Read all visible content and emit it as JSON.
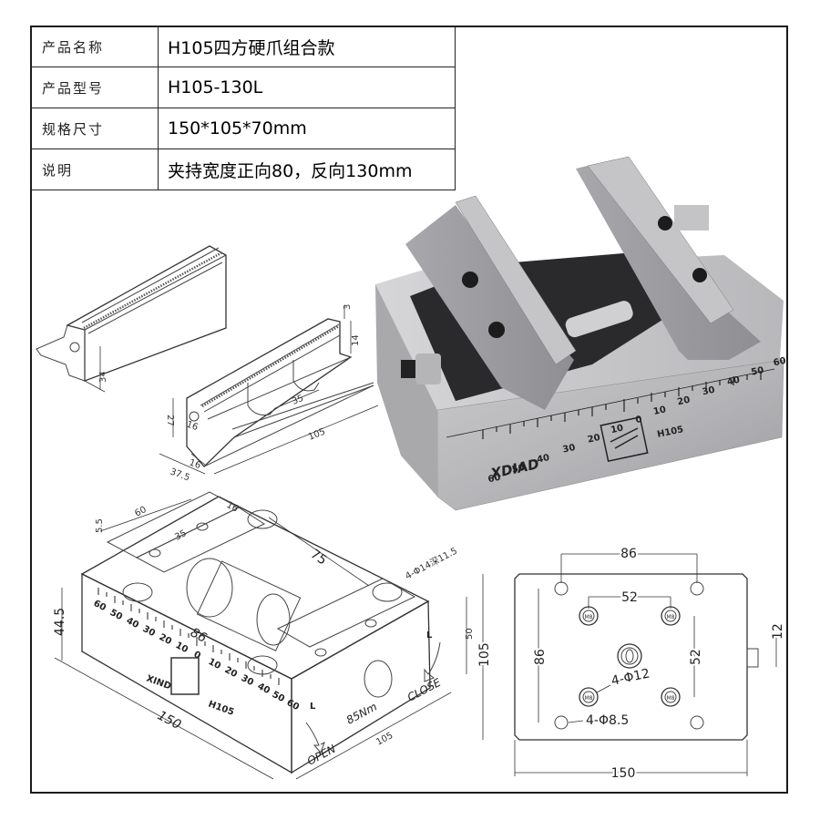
{
  "spec_table": {
    "rows": [
      {
        "label": "产品名称",
        "value": "H105四方硬爪组合款"
      },
      {
        "label": "产品型号",
        "value": "H105-130L"
      },
      {
        "label": "规格尺寸",
        "value": "150*105*70mm"
      },
      {
        "label": "说明",
        "value": "夹持宽度正向80，反向130mm"
      }
    ]
  },
  "jaw_drawing": {
    "dims": {
      "height_left": "34",
      "height_right": "27",
      "tooth": "3",
      "step": "14",
      "hole_pitch": "35",
      "length": "105",
      "base_width": "37.5",
      "slot": "16",
      "hole_offset": "16"
    }
  },
  "photo": {
    "brand": "XDIAD",
    "model": "H105",
    "scale_left": [
      "60",
      "50",
      "40",
      "30",
      "20",
      "10"
    ],
    "scale_center": "0",
    "scale_right": [
      "10",
      "20",
      "30",
      "40",
      "50",
      "60"
    ]
  },
  "iso_drawing": {
    "dims": {
      "rail_width": "60",
      "step": "5.5",
      "slot": "16",
      "hole_pitch": "35",
      "span": "75",
      "holes": "4-Φ14深11.5",
      "height": "44.5",
      "scale_span": "86",
      "length": "150",
      "width": "105",
      "side_height": "50"
    },
    "labels": {
      "brand": "XIND",
      "model": "H105",
      "torque": "85Nm",
      "open": "OPEN",
      "close": "CLOSE",
      "jaw_mark": "L",
      "thread": "M8"
    },
    "scale_left": [
      "60",
      "50",
      "40",
      "30",
      "20",
      "10"
    ],
    "scale_center": "0",
    "scale_right": [
      "10",
      "20",
      "30",
      "40",
      "50",
      "60"
    ]
  },
  "bottom_view": {
    "dims": {
      "top_pitch": "86",
      "inner_pitch_h": "52",
      "side_pitch_v": "86",
      "inner_pitch_v": "52",
      "height": "105",
      "width": "150",
      "key": "12"
    },
    "callouts": {
      "counterbore": "4-Φ12",
      "through_hole": "4-Φ8.5",
      "thread": "M8"
    }
  }
}
